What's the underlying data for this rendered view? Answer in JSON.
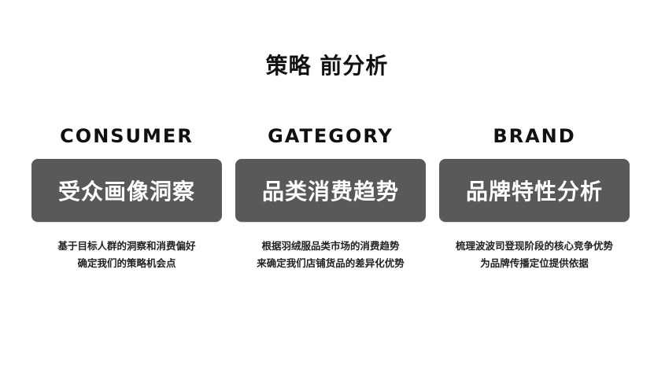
{
  "title": "策略 前分析",
  "columns": [
    {
      "heading": "CONSUMER",
      "card_text": "受众画像洞察",
      "desc_line1": "基于目标人群的洞察和消费偏好",
      "desc_line2": "确定我们的策略机会点"
    },
    {
      "heading": "GATEGORY",
      "card_text": "品类消费趋势",
      "desc_line1": "根据羽绒服品类市场的消费趋势",
      "desc_line2": "来确定我们店铺货品的差异化优势"
    },
    {
      "heading": "BRAND",
      "card_text": "品牌特性分析",
      "desc_line1": "梳理波波司登现阶段的核心竞争优势",
      "desc_line2": "为品牌传播定位提供依据"
    }
  ],
  "colors": {
    "card_bg": "#595959",
    "text": "#111111"
  }
}
